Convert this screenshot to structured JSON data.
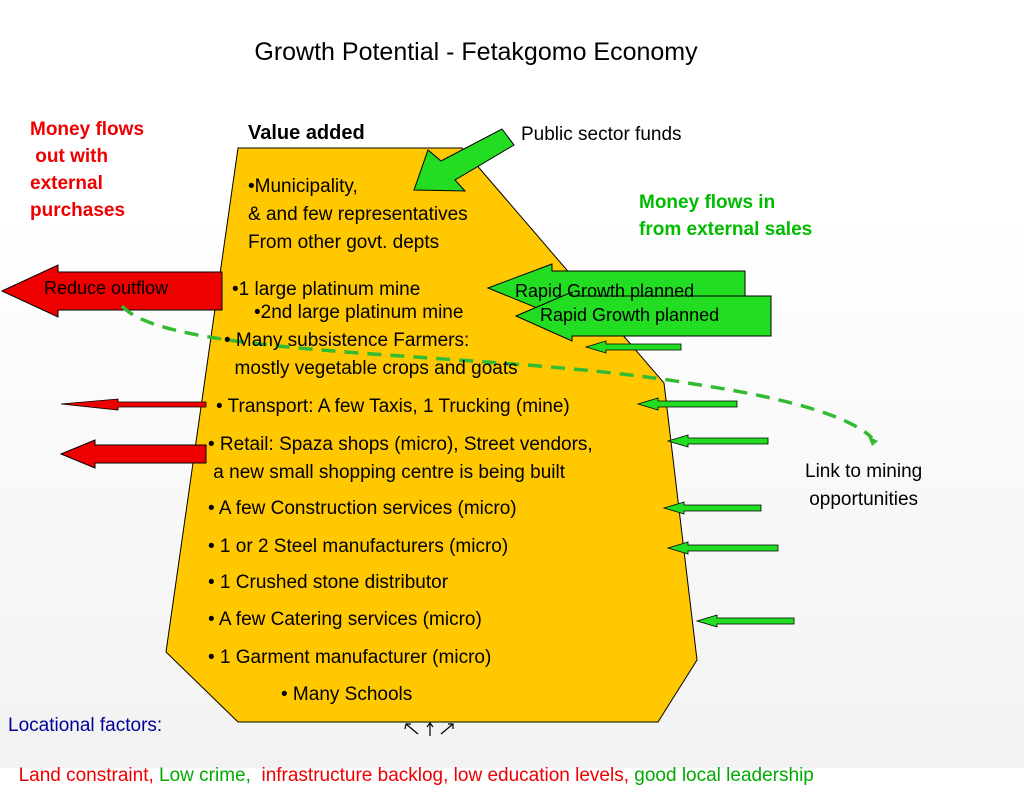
{
  "title": "Growth Potential - Fetakgomo  Economy",
  "labels": {
    "money_out": "Money flows\n out with\nexternal\npurchases",
    "money_in": "Money flows in\nfrom external sales",
    "value_added": "Value added",
    "public_sector": "Public sector funds",
    "reduce_outflow": "Reduce outflow",
    "rapid_growth_1": "Rapid Growth planned",
    "rapid_growth_2": "Rapid Growth planned",
    "link_mining": "Link to mining\nopportunities"
  },
  "items": {
    "municipality": "•Municipality,\n& and few representatives\nFrom other govt. depts",
    "platinum1": "•1 large platinum mine",
    "platinum2": "•2nd large platinum mine",
    "farmers": "• Many subsistence Farmers:\n  mostly vegetable crops and goats",
    "transport": "• Transport: A few Taxis, 1 Trucking (mine)",
    "retail": "• Retail: Spaza shops (micro), Street vendors,\n a new small shopping centre is being built",
    "construction": "• A few Construction services (micro)",
    "steel": "• 1 or 2 Steel manufacturers (micro)",
    "crushed": "• 1 Crushed stone distributor",
    "catering": "• A few Catering services (micro)",
    "garment": "• 1 Garment manufacturer (micro)",
    "schools": "• Many Schools"
  },
  "footer": {
    "heading": "Locational factors:",
    "factors": [
      {
        "text": "Land constraint, ",
        "tone": "red"
      },
      {
        "text": "Low crime,  ",
        "tone": "green"
      },
      {
        "text": "infrastructure backlog, low education levels, ",
        "tone": "red"
      },
      {
        "text": "good local leadership",
        "tone": "green"
      }
    ]
  },
  "colors": {
    "shape_fill": "#ffc800",
    "outflow_red": "#ee0000",
    "inflow_green": "#22dd22",
    "dashed_link": "#33bb33"
  }
}
